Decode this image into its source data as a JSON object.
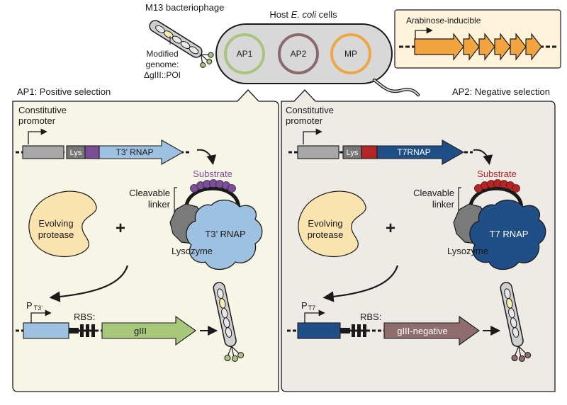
{
  "top": {
    "phage_label": "M13 bacteriophage",
    "genome_line1": "Modified",
    "genome_line2": "genome:",
    "genome_line3": "ΔgIII::POI",
    "host_label_pre": "Host ",
    "host_label_italic": "E. coli",
    "host_label_post": " cells",
    "plasmids": [
      "AP1",
      "AP2",
      "MP"
    ],
    "arabinose_label": "Arabinose-inducible"
  },
  "ap1": {
    "title": "AP1: Positive selection",
    "promoter_line1": "Constitutive",
    "promoter_line2": "promoter",
    "lys_label": "Lys",
    "rnap_gene": "T3’ RNAP",
    "substrate": "Substrate",
    "linker_line1": "Cleavable",
    "linker_line2": "linker",
    "rnap_protein": "T3’ RNAP",
    "lysozyme": "Lysozyme",
    "protease_line1": "Evolving",
    "protease_line2": "protease",
    "plus": "+",
    "promoter_p": "P",
    "promoter_sub": "T3’",
    "rbs": "RBS:",
    "output_gene": "gIII"
  },
  "ap2": {
    "title": "AP2: Negative selection",
    "promoter_line1": "Constitutive",
    "promoter_line2": "promoter",
    "lys_label": "Lys",
    "rnap_gene": "T7RNAP",
    "substrate": "Substrate",
    "linker_line1": "Cleavable",
    "linker_line2": "linker",
    "rnap_protein": "T7 RNAP",
    "lysozyme": "Lysozyme",
    "protease_line1": "Evolving",
    "protease_line2": "protease",
    "plus": "+",
    "promoter_p": "P",
    "promoter_sub": "T7",
    "rbs": "RBS:",
    "output_gene": "gIII-negative"
  },
  "colors": {
    "ap1_panel": "#f7f5e6",
    "ap2_panel": "#eeebe6",
    "t3_rnap": "#9ec1e2",
    "t7_rnap": "#1f4f86",
    "substrate_ap1": "#7b4e95",
    "substrate_ap2": "#b52525",
    "protease": "#f9e4b0",
    "gIII": "#a7c77b",
    "gIII_negative": "#8f6c6d",
    "plasmid_ap1": "#a8c47d",
    "plasmid_ap2": "#8a6a6e",
    "plasmid_mp": "#eba646",
    "arabinose_genes": "#f2a440",
    "lysozyme": "#7a7a7a"
  }
}
